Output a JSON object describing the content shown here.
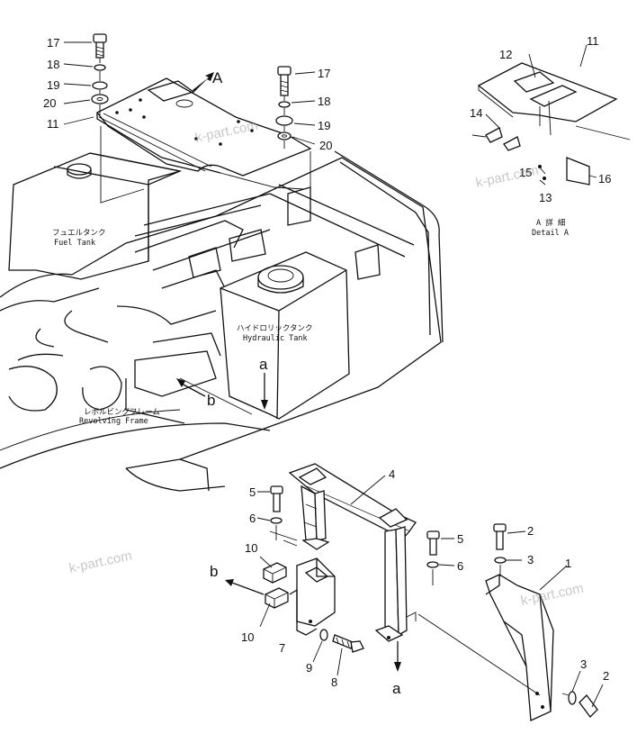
{
  "callouts": {
    "p1": "1",
    "p2": "2",
    "p3": "3",
    "p4": "4",
    "p5": "5",
    "p6": "6",
    "p7": "7",
    "p8": "8",
    "p9": "9",
    "p10": "10",
    "p11": "11",
    "p12": "12",
    "p13": "13",
    "p14": "14",
    "p15": "15",
    "p16": "16",
    "p17": "17",
    "p18": "18",
    "p19": "19",
    "p20": "20"
  },
  "view_markers": {
    "A": "A",
    "a": "a",
    "b": "b"
  },
  "captions": {
    "fuel_tank_jp": "フュエルタンク",
    "fuel_tank_en": "Fuel Tank",
    "hydraulic_tank_jp": "ハイドロリックタンク",
    "hydraulic_tank_en": "Hydraulic Tank",
    "revolving_frame_jp": "レボルビングフレーム",
    "revolving_frame_en": "Revolving Frame",
    "detail_a_jp": "A 詳 細",
    "detail_a_en": "Detail A"
  },
  "watermark": "k-part.com"
}
